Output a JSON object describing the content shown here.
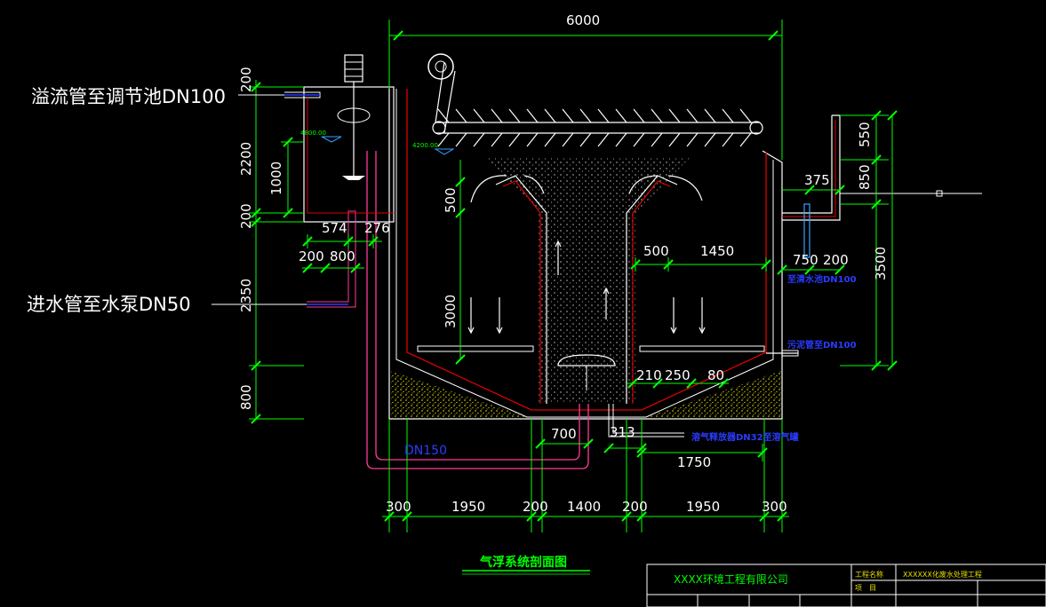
{
  "labels": {
    "overflow_pipe": "溢流管至调节池DN100",
    "inlet_pipe": "进水管至水泵DN50",
    "dn150": "DN150",
    "drawing_title": "气浮系统剖面图",
    "outlet_pipe": "至清水池DN100",
    "sludge_pipe": "污泥管至DN100",
    "air_pipe": "溶气释放器DN32至溶气罐",
    "level_left": "4800.00",
    "level_right": "4200.00"
  },
  "dimensions": {
    "top": "6000",
    "left": [
      "200",
      "2200",
      "1000",
      "200",
      "2350",
      "800"
    ],
    "inner_left": [
      "574",
      "276",
      "200",
      "800"
    ],
    "center": [
      "500",
      "3000"
    ],
    "right_inner": [
      "500",
      "1450",
      "750",
      "200",
      "375"
    ],
    "right_outer": [
      "550",
      "850",
      "3500"
    ],
    "bottom_inner": [
      "210",
      "250",
      "80",
      "700",
      "313",
      "1750"
    ],
    "bottom": [
      "300",
      "1950",
      "200",
      "1400",
      "200",
      "1950",
      "300"
    ]
  },
  "title_block": {
    "company": "XXXX环境工程有限公司",
    "project_name_label": "工程名称",
    "project_name_value": "XXXXXX化废水处理工程",
    "item_label": "项　目"
  },
  "colors": {
    "background": "#000000",
    "structure": "#ffffff",
    "dimension": "#00ff00",
    "pipe": "#ff3a9a",
    "wall": "#e00000",
    "annotation": "#2a3cff",
    "sludge": "#e8e000"
  }
}
